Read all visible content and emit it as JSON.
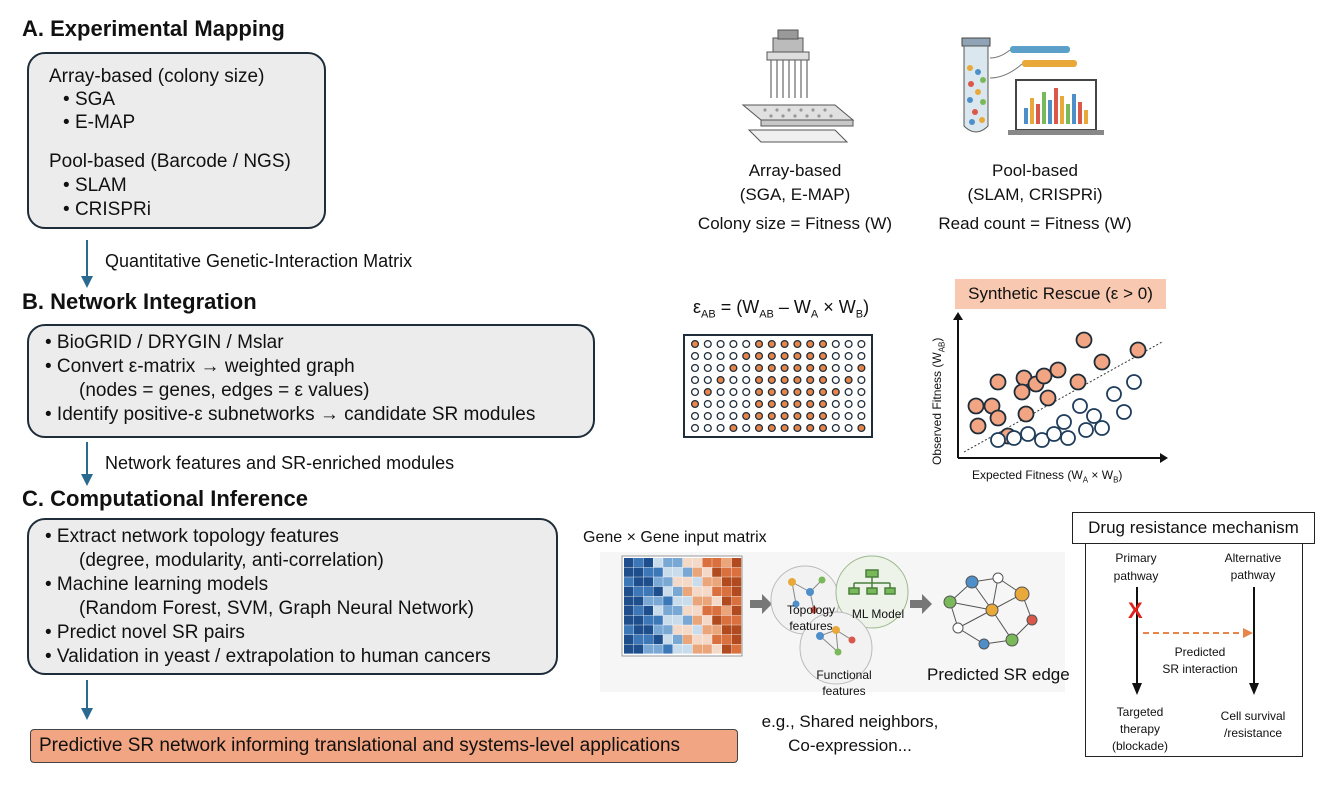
{
  "sections": {
    "a": {
      "title": "A. Experimental Mapping",
      "array_heading": "Array-based (colony size)",
      "array_items": [
        "SGA",
        "E-MAP"
      ],
      "pool_heading": "Pool-based (Barcode / NGS)",
      "pool_items": [
        "SLAM",
        "CRISPRi"
      ],
      "arrow_label": "Quantitative Genetic-Interaction Matrix"
    },
    "b": {
      "title": "B. Network Integration",
      "line1": "• BioGRID / DRYGIN / Mslar",
      "line2": "• Convert ε-matrix → weighted graph",
      "line3": "(nodes = genes, edges = ε values)",
      "line4": "• Identify positive-ε subnetworks → candidate SR modules",
      "arrow_label": "Network features and SR-enriched modules"
    },
    "c": {
      "title": "C. Computational Inference",
      "line1": "• Extract network topology features",
      "line2": "(degree, modularity, anti-correlation)",
      "line3": "• Machine learning models",
      "line4": "(Random Forest, SVM, Graph Neural Network)",
      "line5": "• Predict novel SR pairs",
      "line6": "• Validation in yeast / extrapolation to human cancers"
    },
    "output": "Predictive SR network informing translational and systems-level applications"
  },
  "panel_a_right": {
    "array_caption_1": "Array-based",
    "array_caption_2": "(SGA, E-MAP)",
    "array_caption_3": "Colony size = Fitness (W)",
    "pool_caption_1": "Pool-based",
    "pool_caption_2": "(SLAM, CRISPRi)",
    "pool_caption_3": "Read count = Fitness (W)"
  },
  "panel_b_right": {
    "equation_eps": "ε",
    "equation_sub_ab": "AB",
    "equation_mid": " = (W",
    "equation_sub_ab2": "AB",
    "equation_minus": " – W",
    "equation_sub_a": "A",
    "equation_times": " × W",
    "equation_sub_b": "B",
    "equation_end": ")",
    "rescue_label": "Synthetic Rescue (ε > 0)",
    "y_axis": "Observed Fitness (W",
    "y_axis_sub": "AB",
    "y_axis_end": ")",
    "x_axis": "Expected Fitness (W",
    "x_axis_sub_a": "A",
    "x_axis_times": " × W",
    "x_axis_sub_b": "B",
    "x_axis_end": ")"
  },
  "panel_c_right": {
    "matrix_label": "Gene × Gene input matrix",
    "topology_1": "Topology",
    "topology_2": "features",
    "ml_model": "ML Model",
    "functional_1": "Functional",
    "functional_2": "features",
    "predicted_edge": "Predicted SR edge",
    "examples_1": "e.g., Shared neighbors,",
    "examples_2": "Co-expression..."
  },
  "drug_box": {
    "title": "Drug resistance mechanism",
    "primary_1": "Primary",
    "primary_2": "pathway",
    "alternative_1": "Alternative",
    "alternative_2": "pathway",
    "predicted_1": "Predicted",
    "predicted_2": "SR interaction",
    "targeted_1": "Targeted",
    "targeted_2": "therapy",
    "targeted_3": "(blockade)",
    "survival_1": "Cell survival",
    "survival_2": "/resistance",
    "block_mark": "X"
  },
  "colors": {
    "box_fill": "#ececec",
    "box_border": "#1f2d3a",
    "salmon": "#f2a582",
    "salmon_light": "#f8c8b0",
    "arrow_blue": "#2b6a8f",
    "red_x": "#e0201c",
    "dashed_orange": "#e8864a"
  }
}
